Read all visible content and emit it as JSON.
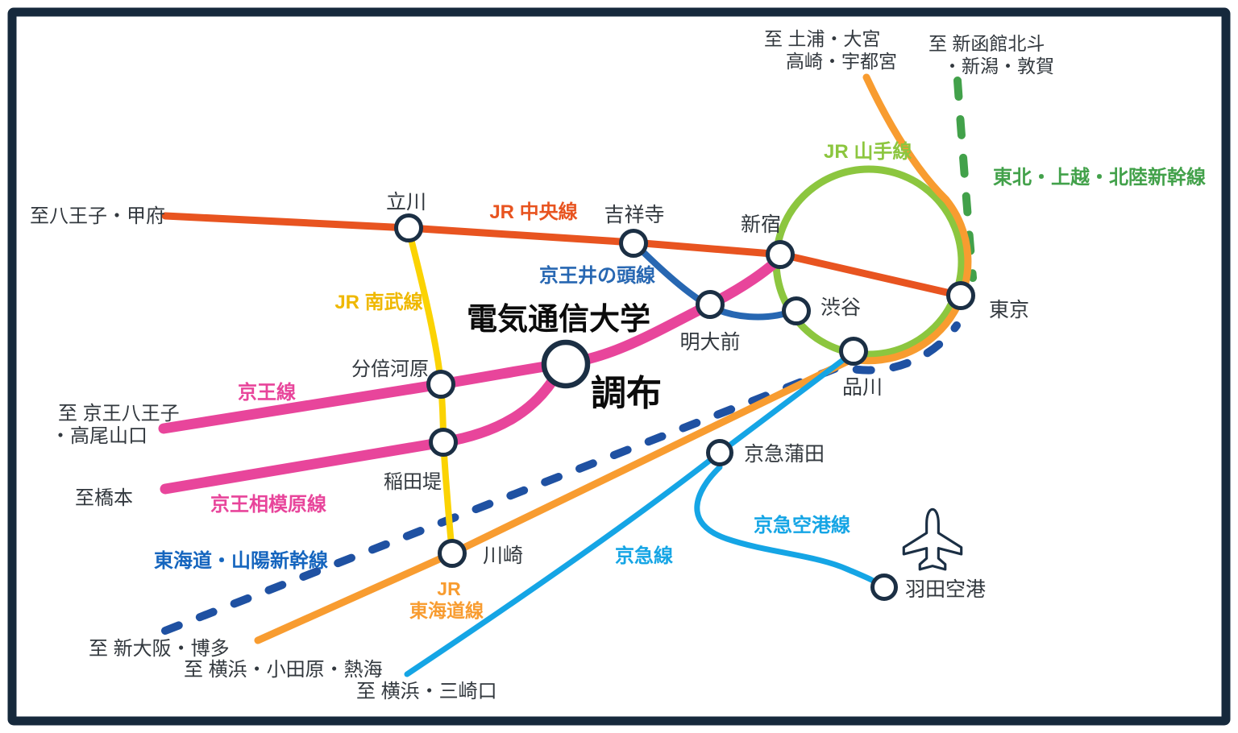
{
  "university": {
    "name": "電気通信大学",
    "station": "調布"
  },
  "stations": {
    "tachikawa": "立川",
    "kichijoji": "吉祥寺",
    "shinjuku": "新宿",
    "meidaimae": "明大前",
    "shibuya": "渋谷",
    "tokyo": "東京",
    "shinagawa": "品川",
    "bubaigawara": "分倍河原",
    "inadazutsumi": "稲田堤",
    "kawasaki": "川崎",
    "keikyu_kamata": "京急蒲田",
    "haneda_airport": "羽田空港"
  },
  "lines": {
    "chuo": "JR 中央線",
    "nambu": "JR 南武線",
    "inokashira": "京王井の頭線",
    "yamanote": "JR 山手線",
    "tohoku_shinkansen": "東北・上越・北陸新幹線",
    "keio": "京王線",
    "keio_sagamihara": "京王相模原線",
    "tokaido_shinkansen": "東海道・山陽新幹線",
    "tokaido_jr": "JR",
    "tokaido_line": "東海道線",
    "keikyu": "京急線",
    "keikyu_airport": "京急空港線"
  },
  "terminals": {
    "hachioji_kofu": "至八王子・甲府",
    "tsuchiura_omiya": "至 土浦・大宮",
    "takasaki_utsunomiya": "高崎・宇都宮",
    "shin_hakodate": "至 新函館北斗",
    "niigata_tsuruga": "・新潟・敦賀",
    "keio_hachioji": "至 京王八王子",
    "takaosanguchi": "・高尾山口",
    "hashimoto": "至橋本",
    "shin_osaka_hakata": "至 新大阪・博多",
    "yokohama_odawara_atami": "至 横浜・小田原・熱海",
    "yokohama_misakiguchi": "至 横浜・三崎口"
  },
  "icons": {
    "airplane": "airplane-icon"
  },
  "colors": {
    "frame": "#16293C",
    "station_stroke": "#1B2F44",
    "station_fill": "#ffffff",
    "station_text": "#32383E",
    "title_text": "#0B0B0B",
    "chuo": "#E85420",
    "nambu_line": "#FBD303",
    "nambu_text": "#EFB800",
    "keio": "#E8459B",
    "inokashira": "#2767B2",
    "yamanote": "#8CC63F",
    "tohoku_shinkansen": "#42A14A",
    "tokaido_shinkansen_dash": "#1F51A2",
    "tokaido_shinkansen_text": "#1565BE",
    "tokaido_line": "#F89C30",
    "keikyu": "#15A5E5"
  }
}
